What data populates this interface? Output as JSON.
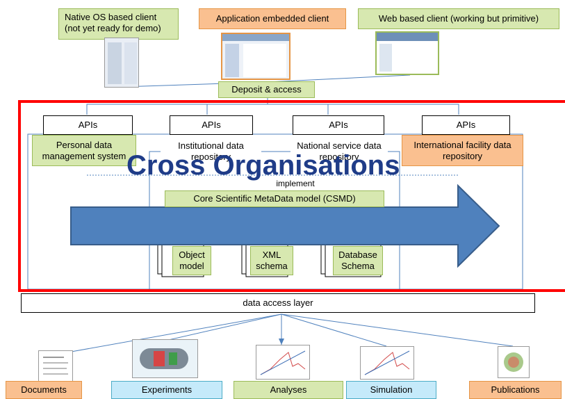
{
  "clients": {
    "native": "Native OS based client (not yet ready for demo)",
    "embedded": "Application embedded client",
    "web": "Web based client  (working but primitive)"
  },
  "deposit_access": "Deposit & access",
  "apis": [
    "APIs",
    "APIs",
    "APIs",
    "APIs"
  ],
  "repositories": {
    "personal": "Personal data management system",
    "institutional": "Institutional data repository",
    "national": "National service data repository",
    "international": "International facility data repository"
  },
  "overlay_title": "Cross Organisations",
  "implement_label": "implement",
  "csmd": "Core Scientific MetaData model (CSMD)",
  "models": {
    "object": "Object model",
    "xml": "XML schema",
    "database": "Database Schema"
  },
  "data_access_layer": "data access layer",
  "sources": [
    "Documents",
    "Experiments",
    "Analyses",
    "Simulation",
    "Publications"
  ],
  "colors": {
    "green": "#d7e8b0",
    "orange": "#fac090",
    "blue": "#c5eafa",
    "highlight_red": "#ff0000",
    "arrow_blue": "#4f81bd",
    "connector_blue": "#4f81bd"
  }
}
